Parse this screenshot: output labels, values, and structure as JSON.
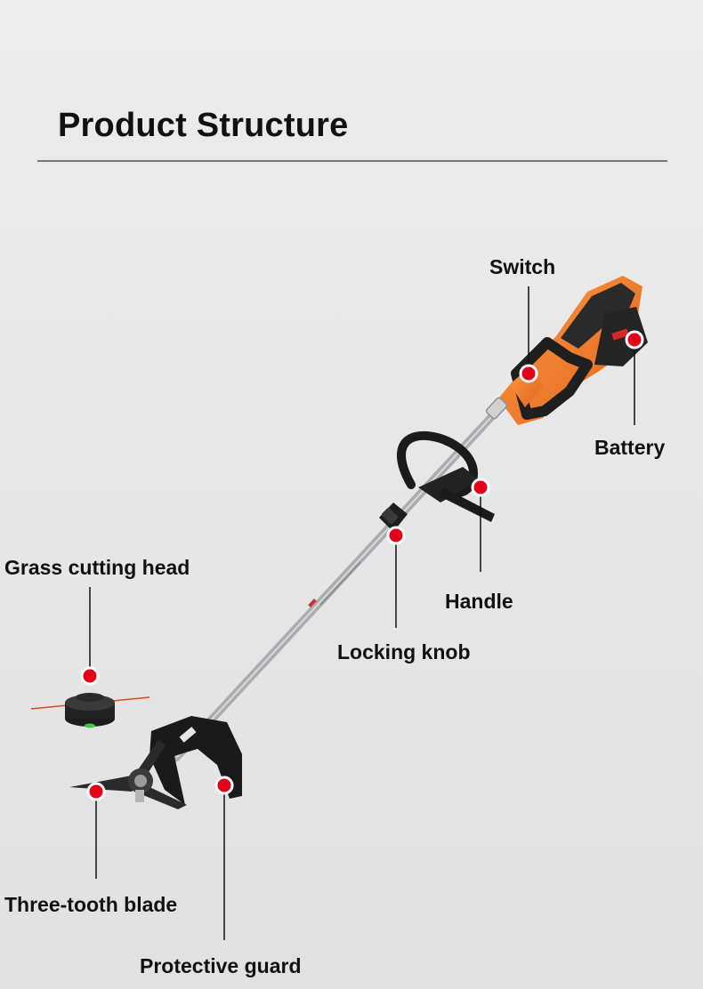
{
  "title": "Product Structure",
  "labels": {
    "switch": "Switch",
    "battery": "Battery",
    "handle": "Handle",
    "locking_knob": "Locking knob",
    "grass_cutting_head": "Grass cutting head",
    "three_tooth_blade": "Three-tooth blade",
    "protective_guard": "Protective guard"
  },
  "colors": {
    "marker": "#e3001b",
    "body_orange": "#f07a23",
    "shaft": "#b9bcc0",
    "plastic": "#1d1d1d"
  }
}
